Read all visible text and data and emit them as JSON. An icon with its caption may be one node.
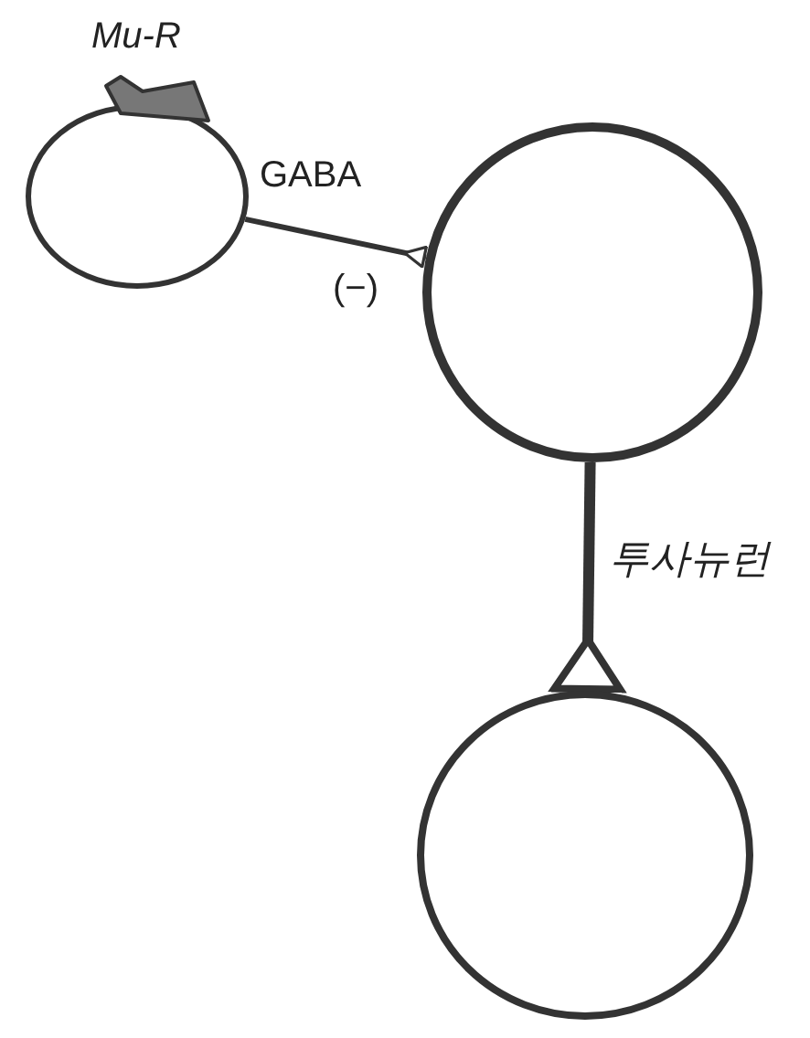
{
  "diagram": {
    "nodes": [
      {
        "text": [],
        "shape": "circle"
      },
      {
        "text": [
          "Mu-R"
        ]
      },
      {
        "text": [],
        "shape": "circle"
      },
      {
        "text": [],
        "shape": "circle"
      }
    ],
    "edges": [
      {
        "from": 0,
        "to": 2,
        "arrow": "other",
        "label": "GABA"
      },
      {
        "from": 2,
        "to": 3,
        "arrow": "other",
        "label": "투사뉴런",
        "style": "thick"
      }
    ],
    "labels": [
      "(−)"
    ]
  }
}
